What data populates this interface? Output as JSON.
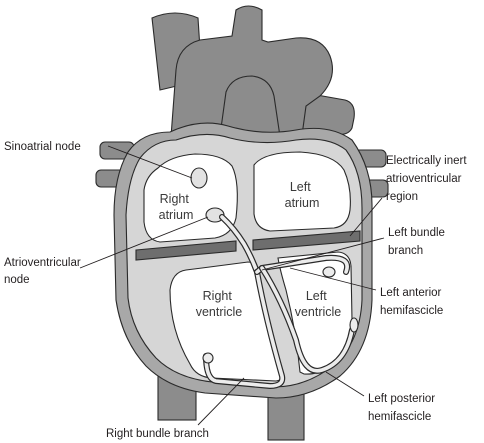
{
  "labels": {
    "sinoatrial_node": "Sinoatrial node",
    "atrioventricular_node": [
      "Atrioventricular",
      "node"
    ],
    "electrically_inert_region": [
      "Electrically inert",
      "atrioventricular",
      "region"
    ],
    "left_bundle_branch": [
      "Left bundle",
      "branch"
    ],
    "left_anterior_hemifascicle": [
      "Left anterior",
      "hemifascicle"
    ],
    "left_posterior_hemifascicle": [
      "Left posterior",
      "hemifascicle"
    ],
    "right_bundle_branch": "Right bundle branch"
  },
  "chambers": {
    "right_atrium": [
      "Right",
      "atrium"
    ],
    "left_atrium": [
      "Left",
      "atrium"
    ],
    "right_ventricle": [
      "Right",
      "ventricle"
    ],
    "left_ventricle": [
      "Left",
      "ventricle"
    ]
  },
  "colors": {
    "vessels": "#8c8c8c",
    "outer_wall": "#a8a8a8",
    "myocardium": "#d6d6d6",
    "chamber": "#ffffff",
    "inert_band": "#6e6e6e",
    "outline": "#2a2a2a"
  }
}
